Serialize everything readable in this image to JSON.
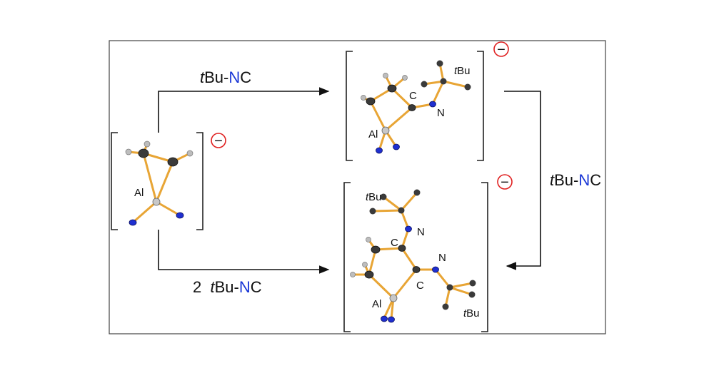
{
  "reagents": {
    "top": {
      "italic": "t",
      "rest": "Bu-",
      "n": "N",
      "c": "C"
    },
    "bottom": {
      "prefix": "2  ",
      "italic": "t",
      "rest": "Bu-",
      "n": "N",
      "c": "C"
    },
    "right": {
      "italic": "t",
      "rest": "Bu-",
      "n": "N",
      "c": "C"
    }
  },
  "charge_symbol": "−",
  "atoms": {
    "left": {
      "al": "Al"
    },
    "top": {
      "al": "Al",
      "c": "C",
      "n": "N",
      "tbu_italic": "t",
      "tbu_rest": "Bu"
    },
    "bottom": {
      "al": "Al",
      "c1": "C",
      "c2": "C",
      "n1": "N",
      "n2": "N",
      "tbu1_italic": "t",
      "tbu1_rest": "Bu",
      "tbu2_italic": "t",
      "tbu2_rest": "Bu"
    }
  },
  "colors": {
    "frame": "#444444",
    "arrow": "#111111",
    "bond": "#e8a535",
    "bond_dark": "#b8781c",
    "carbon": "#3a3a3a",
    "hydrogen": "#bdbdbd",
    "aluminum": "#c8c8c8",
    "nitrogen": "#1f2fd0",
    "nitrogen_text": "#1a37d6",
    "charge": "#e02020"
  }
}
